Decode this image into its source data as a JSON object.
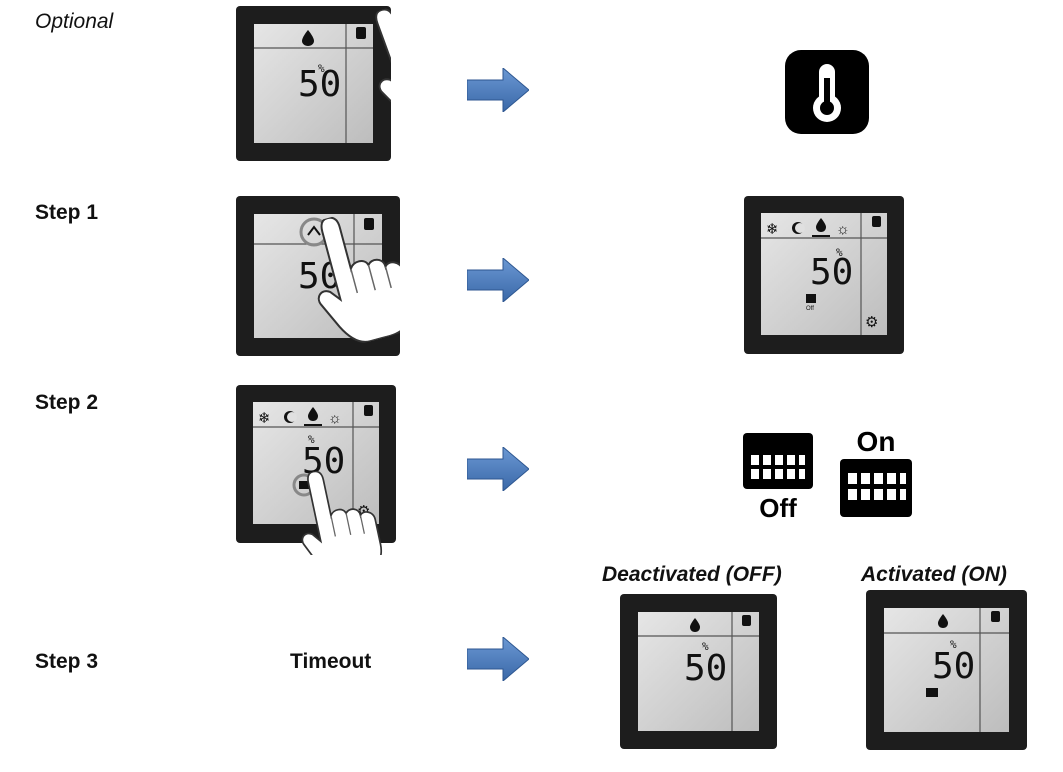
{
  "steps": {
    "optional": "Optional",
    "step1": "Step 1",
    "step2": "Step 2",
    "step3": "Step 3"
  },
  "timeout_label": "Timeout",
  "states": {
    "deactivated": "Deactivated (OFF)",
    "activated": "Activated (ON)"
  },
  "display": {
    "value": "50",
    "unit": "%"
  },
  "heater_icon": {
    "on": "On",
    "off": "Off"
  },
  "colors": {
    "arrow": "#4a7bbf",
    "frame": "#1d1d1d",
    "screen": "#cfcfcf"
  },
  "icons": [
    "thermometer-icon",
    "snowflake-icon",
    "half-moon-icon",
    "drop-icon",
    "sun-icon",
    "gear-icon",
    "heater-icon",
    "hand-icon"
  ]
}
